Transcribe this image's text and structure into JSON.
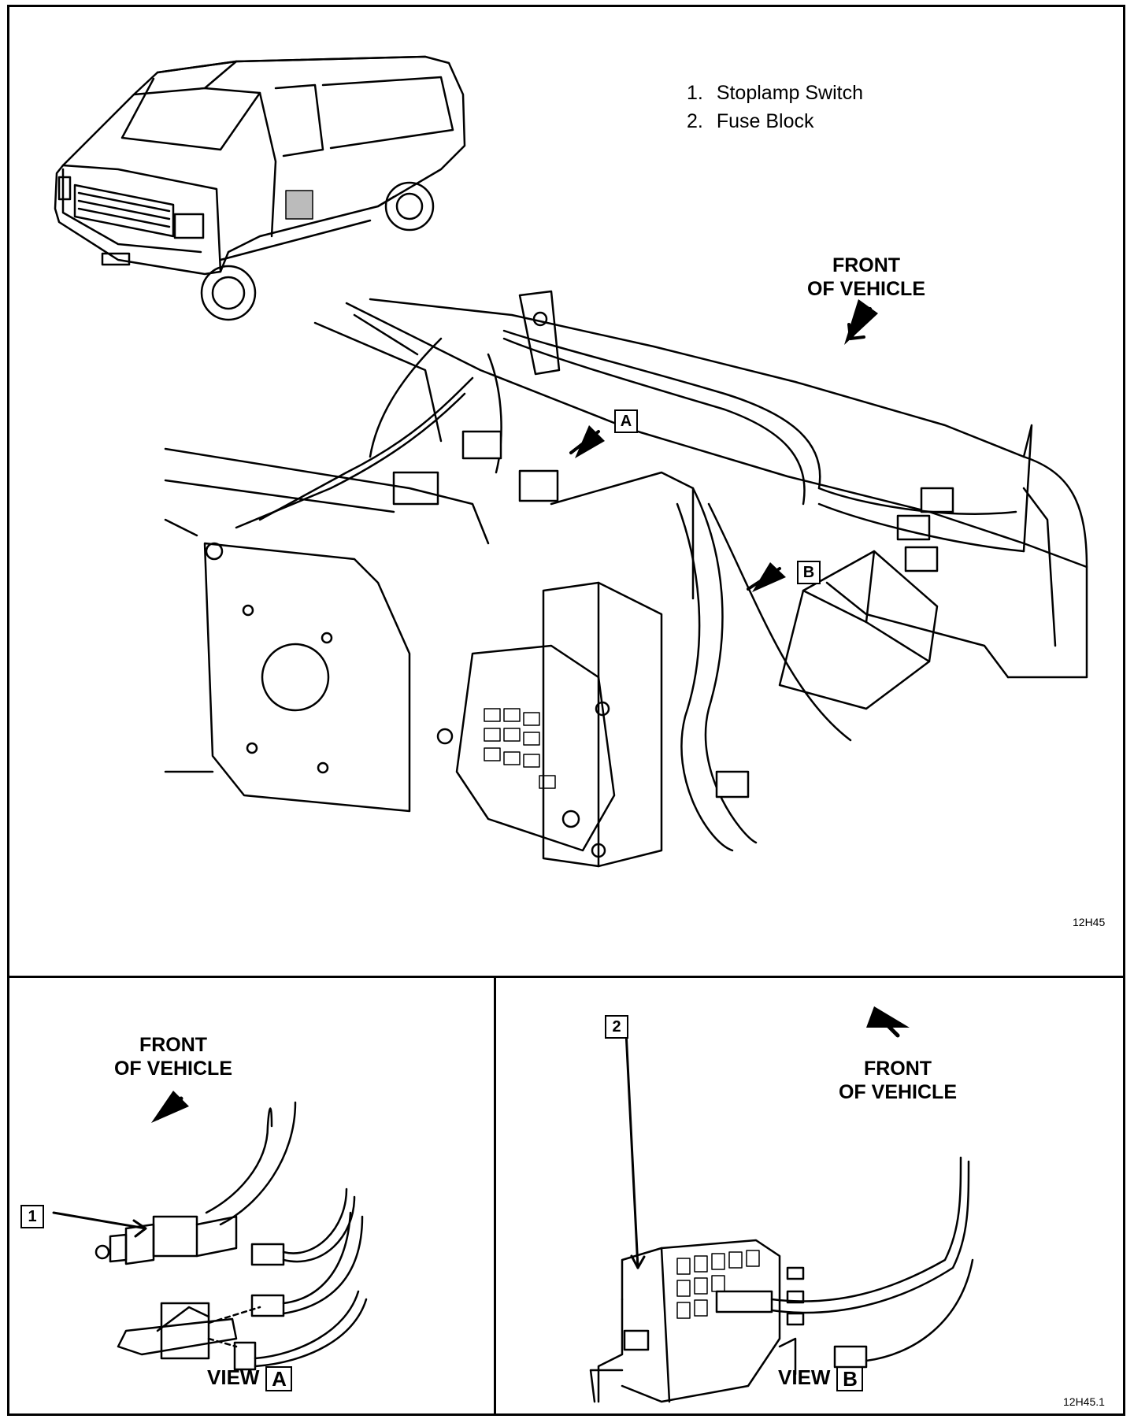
{
  "legend": [
    {
      "number": "1.",
      "text": "Stoplamp Switch"
    },
    {
      "number": "2.",
      "text": "Fuse Block"
    }
  ],
  "main_view": {
    "front_label_line1": "FRONT",
    "front_label_line2": "OF VEHICLE",
    "callout_a": "A",
    "callout_b": "B",
    "figure_code": "12H45"
  },
  "view_a": {
    "front_label_line1": "FRONT",
    "front_label_line2": "OF VEHICLE",
    "callout": "1",
    "title": "VIEW",
    "title_letter": "A"
  },
  "view_b": {
    "front_label_line1": "FRONT",
    "front_label_line2": "OF VEHICLE",
    "callout": "2",
    "title": "VIEW",
    "title_letter": "B",
    "figure_code": "12H45.1"
  }
}
